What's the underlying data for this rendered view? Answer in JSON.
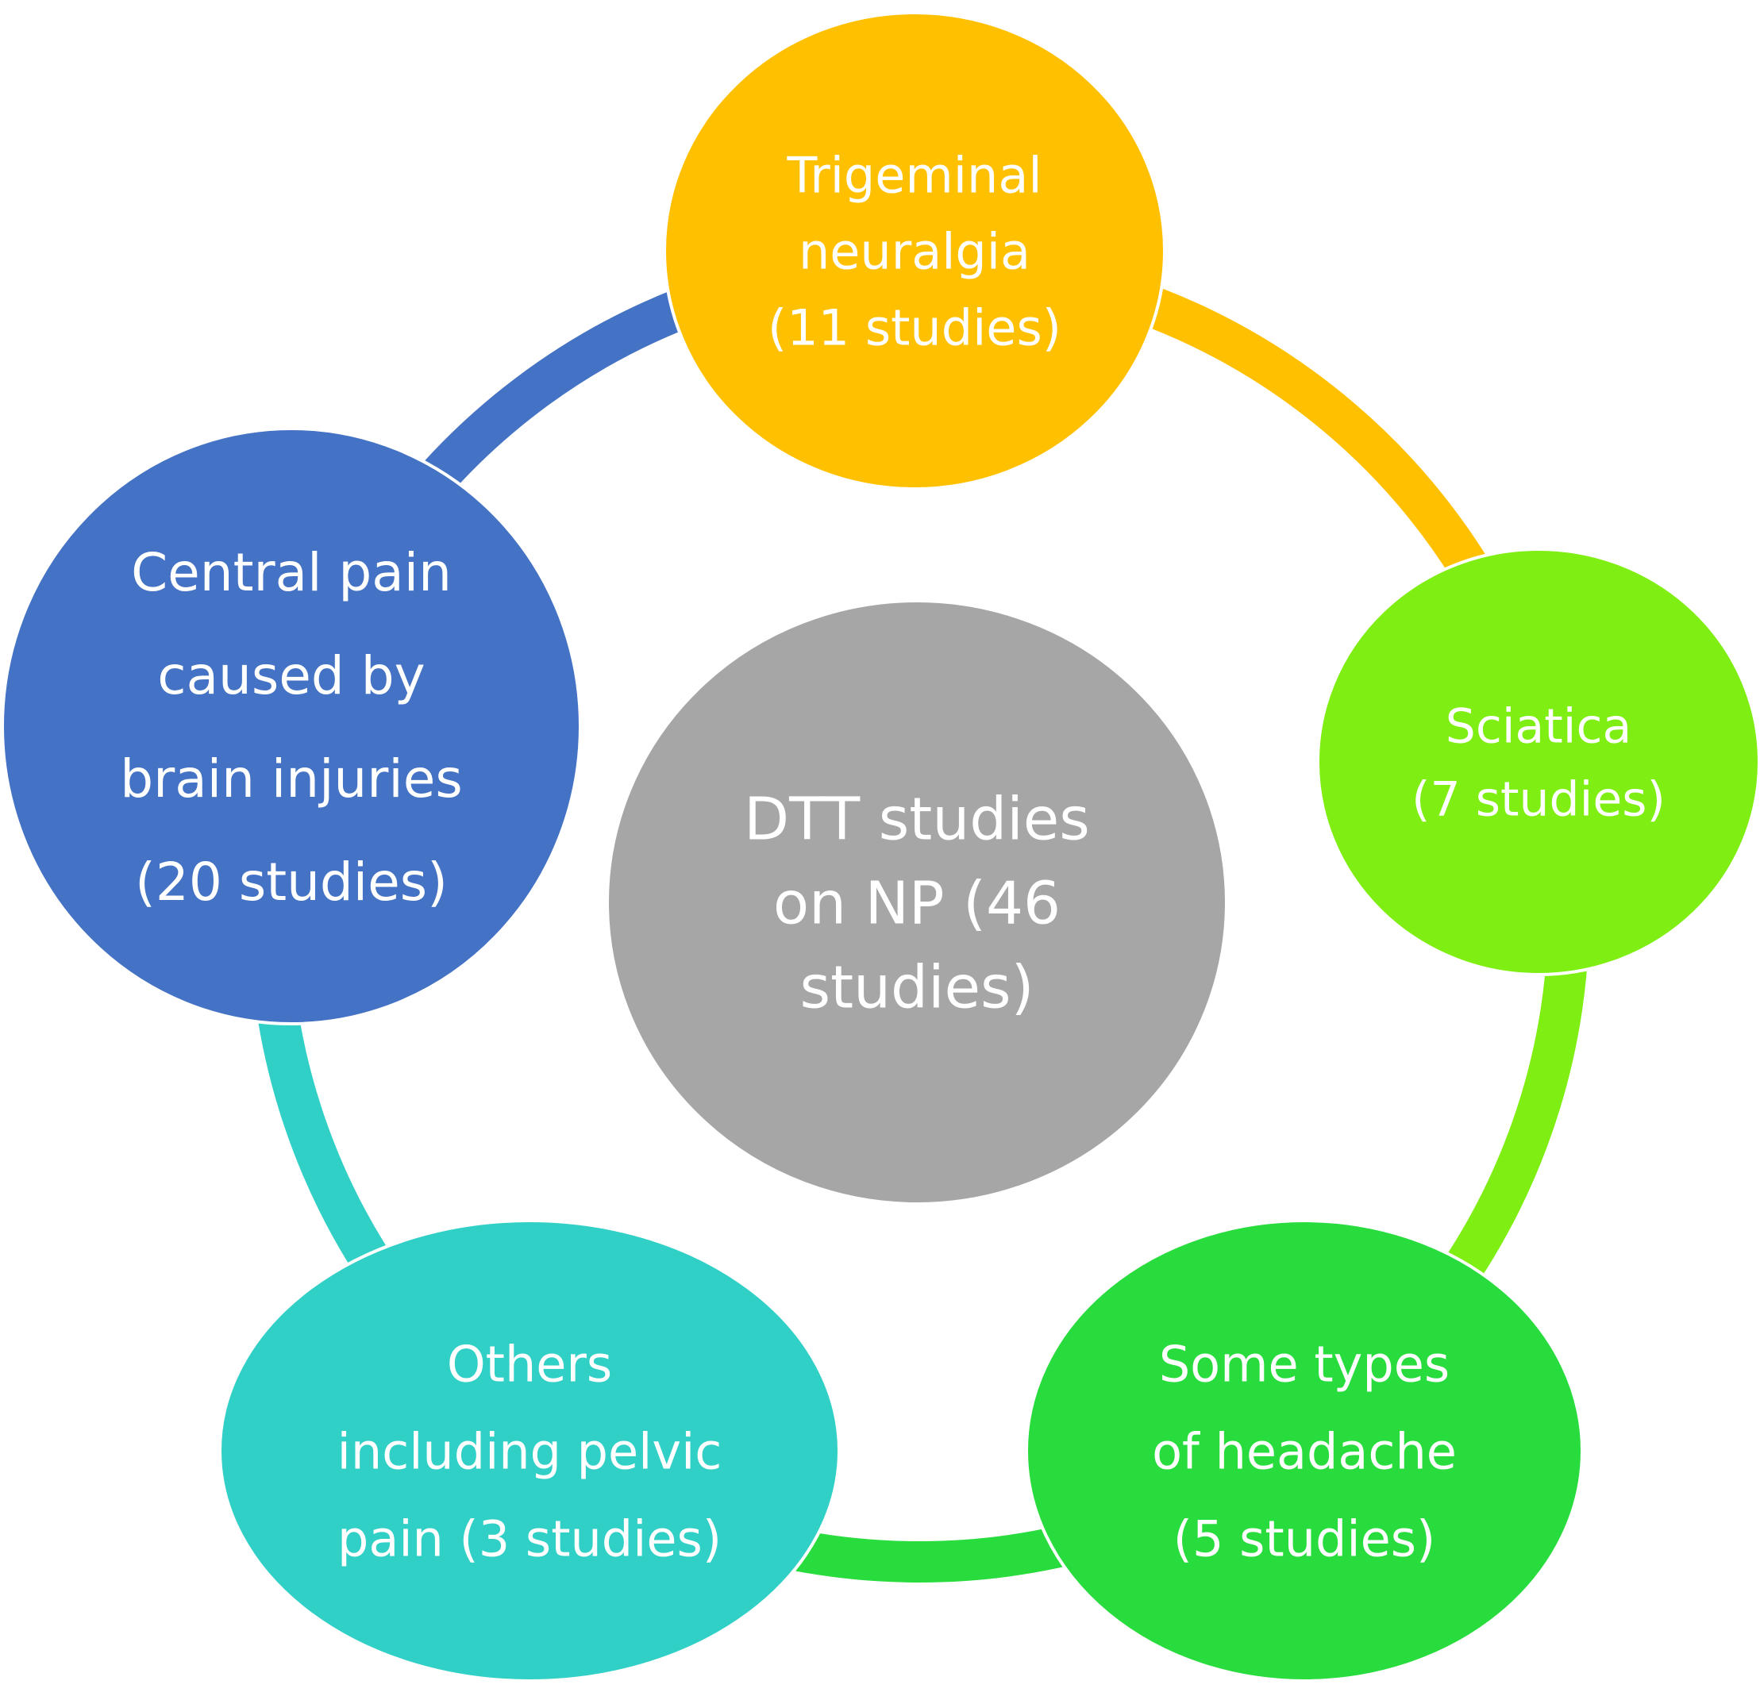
{
  "center": {
    "lines": [
      "DTT studies",
      "on NP (46",
      "studies)"
    ],
    "color": "#a6a6a6"
  },
  "nodes": [
    {
      "id": "trigeminal",
      "lines": [
        "Trigeminal",
        "neuralgia",
        "(11 studies)"
      ],
      "color": "#ffc000"
    },
    {
      "id": "sciatica",
      "lines": [
        "Sciatica",
        "(7 studies)"
      ],
      "color": "#7fee12"
    },
    {
      "id": "headache",
      "lines": [
        "Some types",
        "of headache",
        "(5 studies)"
      ],
      "color": "#27dc3c"
    },
    {
      "id": "others",
      "lines": [
        "Others",
        "including pelvic",
        "pain (3 studies)"
      ],
      "color": "#31d0c7"
    },
    {
      "id": "central",
      "lines": [
        "Central pain",
        "caused by",
        "brain injuries",
        "(20 studies)"
      ],
      "color": "#4472c4"
    }
  ]
}
